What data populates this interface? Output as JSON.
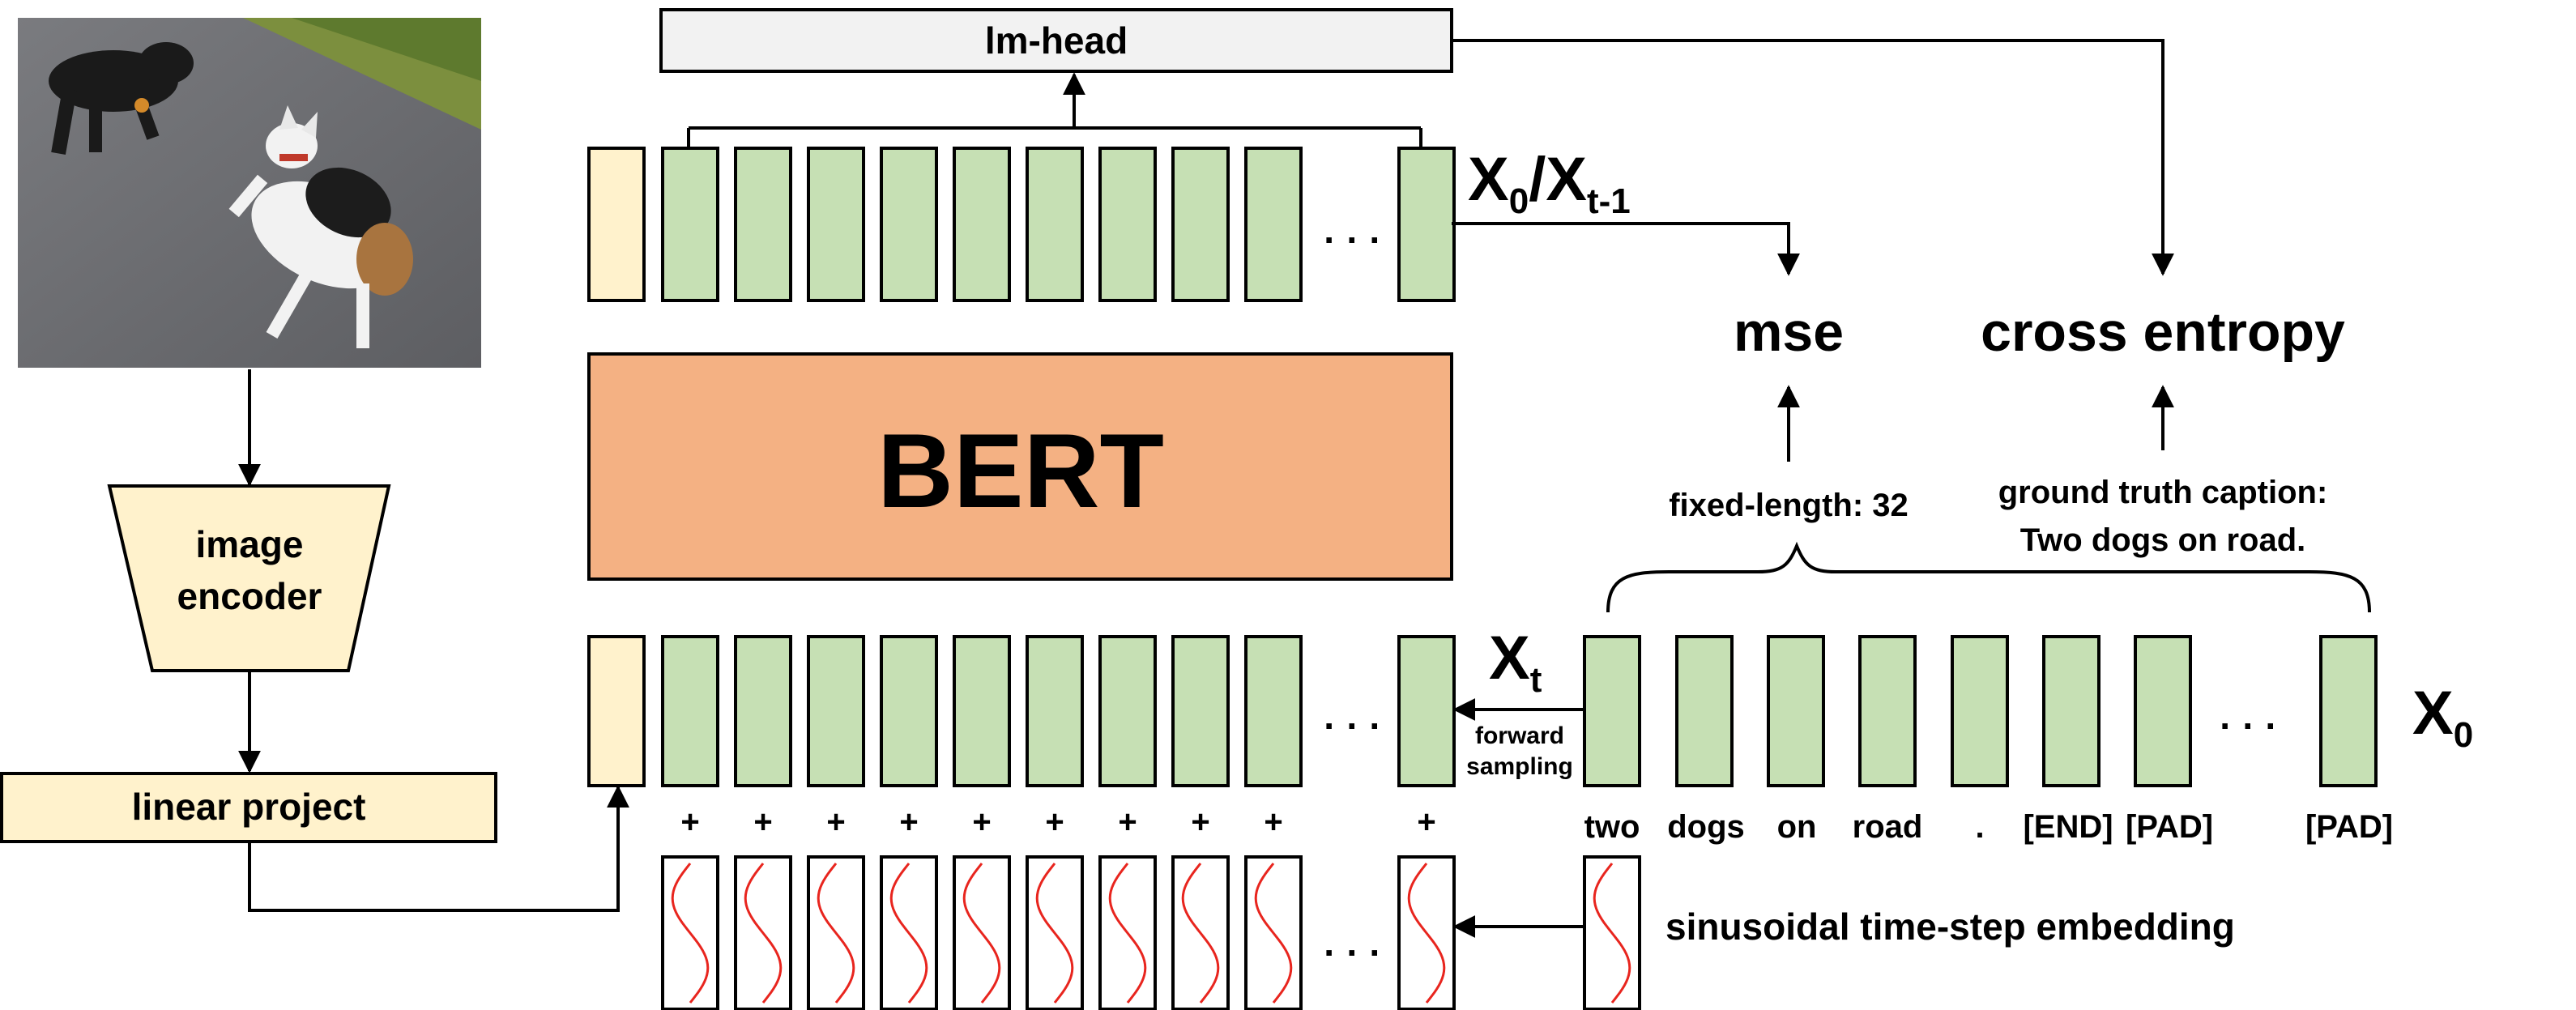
{
  "image": {
    "alt_name": "two-dogs-photo"
  },
  "image_encoder": {
    "line1": "image",
    "line2": "encoder"
  },
  "linear_project": {
    "label": "linear project"
  },
  "lm_head": {
    "label": "lm-head"
  },
  "bert": {
    "label": "BERT"
  },
  "output_seq": {
    "label_main": "X",
    "label_sub0": "0",
    "label_slash": "/X",
    "label_sub1": "t-1"
  },
  "input_seq": {
    "label_main": "X",
    "label_sub": "t"
  },
  "forward": {
    "line1": "forward",
    "line2": "sampling"
  },
  "x0": {
    "label_main": "X",
    "label_sub": "0"
  },
  "loss": {
    "mse": "mse",
    "ce": "cross entropy"
  },
  "fixed_length": "fixed-length: 32",
  "gt": {
    "line1": "ground truth caption:",
    "line2": "Two dogs on road."
  },
  "tokens": [
    "two",
    "dogs",
    "on",
    "road",
    ".",
    "[END]",
    "[PAD]",
    "[PAD]"
  ],
  "plus": "+",
  "ellipsis": "· · ·",
  "sinusoidal_label": "sinusoidal time-step embedding",
  "colors": {
    "green": "#c6e0b4",
    "cream": "#fff2cc",
    "bert": "#f4b183",
    "lmhead": "#f2f2f2",
    "sine": "#e8251e"
  }
}
